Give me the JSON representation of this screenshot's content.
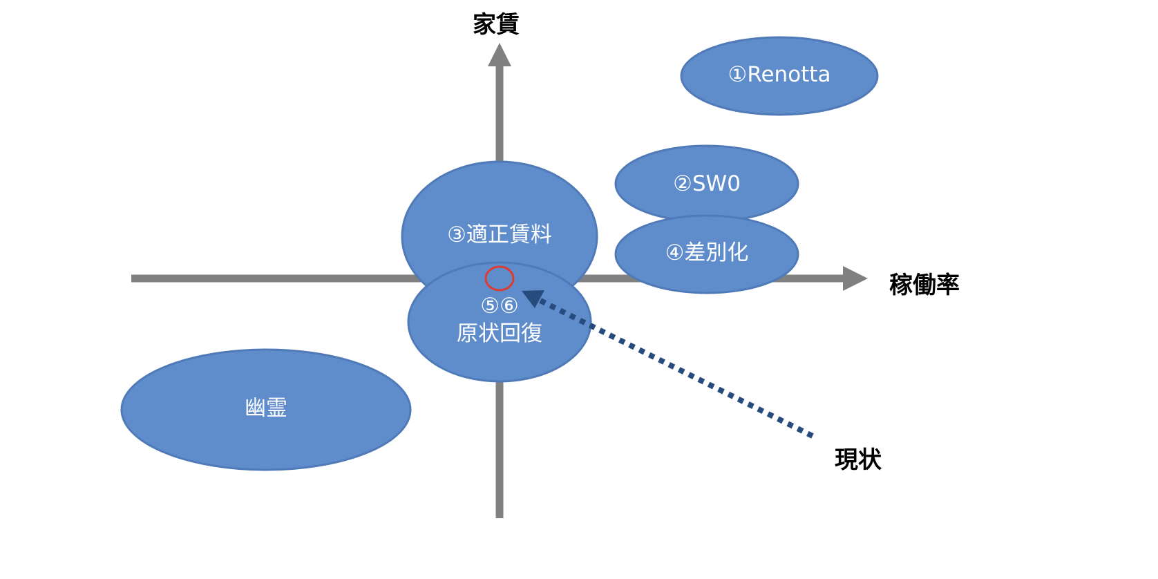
{
  "diagram": {
    "type": "positioning-map",
    "axes": {
      "y_label": "家賃",
      "x_label": "稼働率"
    },
    "colors": {
      "axis": "#808080",
      "bubble_fill": "#5f8dcb",
      "bubble_stroke": "#4f7ab7",
      "bubble_text": "#ffffff",
      "marker": "#e03a2f",
      "arrow": "#264b7c",
      "label_text": "#000000"
    },
    "bubbles": [
      {
        "id": "renotta",
        "lines": [
          "①Renotta"
        ]
      },
      {
        "id": "sw0",
        "lines": [
          "②SW0"
        ]
      },
      {
        "id": "differentiation",
        "lines": [
          "④差別化"
        ]
      },
      {
        "id": "fair-rent",
        "lines": [
          "③適正賃料"
        ]
      },
      {
        "id": "restoration",
        "lines": [
          "⑤⑥",
          "原状回復"
        ]
      },
      {
        "id": "ghost",
        "lines": [
          "幽霊"
        ]
      }
    ],
    "current_state_label": "現状"
  }
}
